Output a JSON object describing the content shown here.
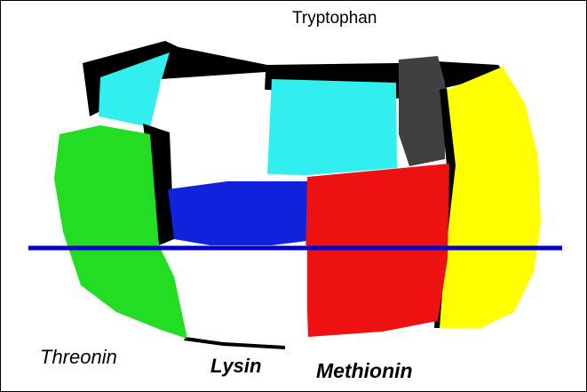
{
  "labels": {
    "top": "Tryptophan",
    "bottom_left": "Threonin",
    "bottom_center": "Lysin",
    "bottom_right": "Methionin"
  },
  "colors": {
    "threonin_stave": "#22dd22",
    "methionin_stave": "#ee1111",
    "yellow_stave": "#ffff00",
    "cyan_stave": "#33eeee",
    "lysin_fill": "#1122dd",
    "dark_stave": "#404040",
    "outline": "#000000",
    "fill_line": "#0000cc"
  }
}
